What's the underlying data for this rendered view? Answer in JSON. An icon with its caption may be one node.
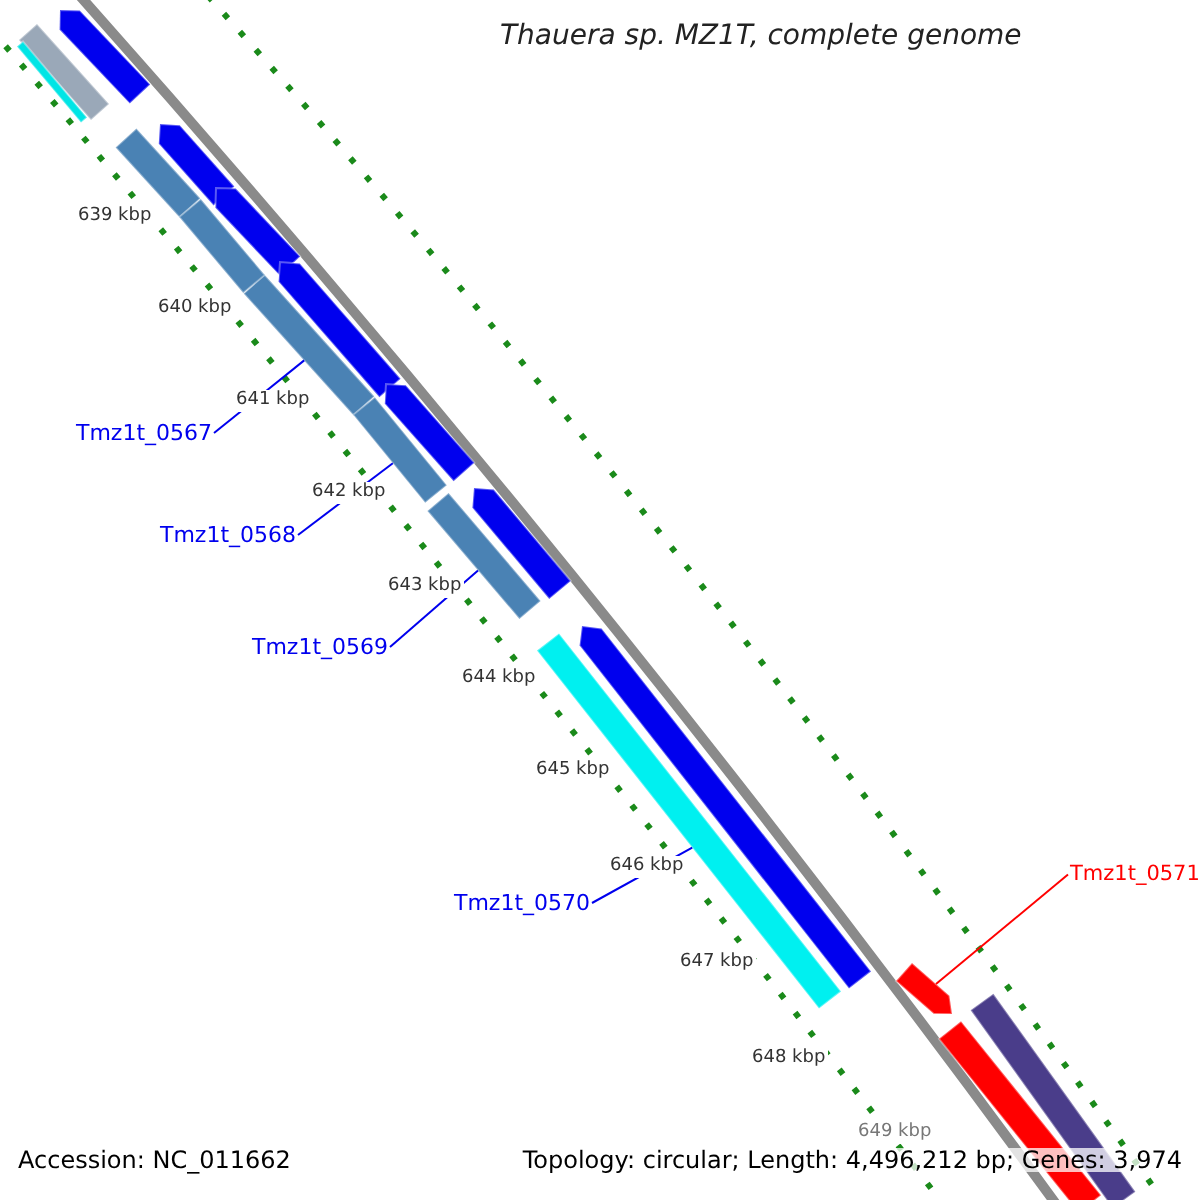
{
  "diagram": {
    "title": "Thauera sp. MZ1T, complete genome",
    "nodes": [
      {
        "text": [
          "Tmz1t_0567"
        ]
      },
      {
        "text": [],
        "shape": "bar"
      },
      {
        "text": [
          "Tmz1t_0568"
        ]
      },
      {
        "text": [],
        "shape": "bar"
      },
      {
        "text": [
          "Tmz1t_0569"
        ]
      },
      {
        "text": [],
        "shape": "bar"
      },
      {
        "text": [
          "Tmz1t_0570"
        ]
      },
      {
        "text": [],
        "shape": "bar"
      },
      {
        "text": [
          "Tmz1t_0571"
        ]
      },
      {
        "text": [],
        "shape": "pentagon"
      },
      {
        "text": [],
        "shape": "bar"
      },
      {
        "text": [],
        "shape": "bar"
      },
      {
        "text": [],
        "shape": "pentagon"
      },
      {
        "text": [],
        "shape": "bar"
      },
      {
        "text": [],
        "shape": "pentagon"
      },
      {
        "text": [],
        "shape": "bar"
      },
      {
        "text": [],
        "shape": "pentagon"
      },
      {
        "text": [],
        "shape": "pentagon"
      },
      {
        "text": [],
        "shape": "pentagon"
      },
      {
        "text": [],
        "shape": "pentagon"
      },
      {
        "text": [],
        "shape": "pentagon"
      },
      {
        "text": [],
        "shape": "bar"
      },
      {
        "text": [],
        "shape": "bar"
      }
    ],
    "edges": [
      {
        "from": 0,
        "to": 1,
        "arrow": "none"
      },
      {
        "from": 2,
        "to": 3,
        "arrow": "none"
      },
      {
        "from": 4,
        "to": 5,
        "arrow": "none"
      },
      {
        "from": 6,
        "to": 7,
        "arrow": "none"
      },
      {
        "from": 8,
        "to": 9,
        "arrow": "none",
        "color": "#ff0000"
      }
    ],
    "labels": [
      "639 kbp",
      "640 kbp",
      "641 kbp",
      "642 kbp",
      "643 kbp",
      "644 kbp",
      "645 kbp",
      "646 kbp",
      "647 kbp",
      "648 kbp",
      "649 kbp",
      "Accession: NC_011662",
      "Topology: circular; Length: 4,496,212 bp; Genes: 3,974"
    ]
  }
}
